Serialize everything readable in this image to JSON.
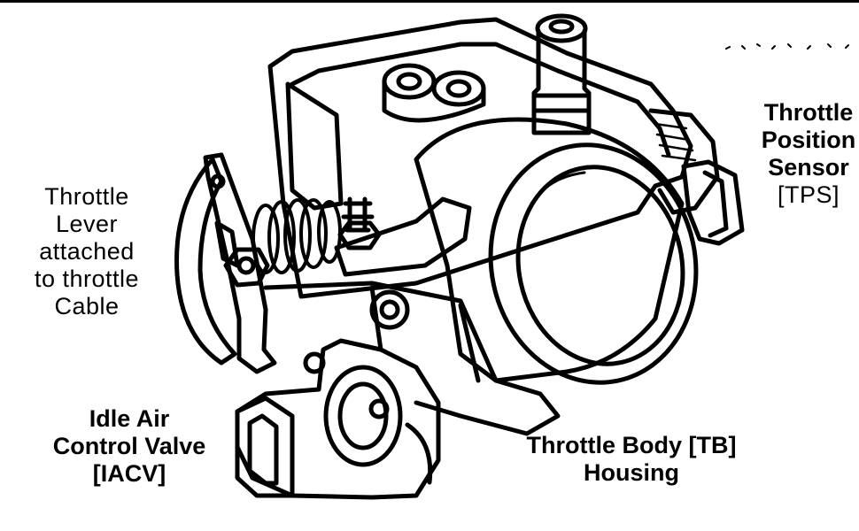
{
  "labels": {
    "throttle_lever": [
      "Throttle",
      "Lever",
      "attached",
      "to throttle",
      "Cable"
    ],
    "iacv": [
      "Idle Air",
      "Control Valve",
      "[IACV]"
    ],
    "throttle_body": [
      "Throttle Body [TB]",
      "Housing"
    ],
    "tps": [
      "Throttle",
      "Position",
      "Sensor",
      "[TPS]"
    ]
  },
  "colors": {
    "ink": "#000000",
    "paper": "#ffffff"
  }
}
